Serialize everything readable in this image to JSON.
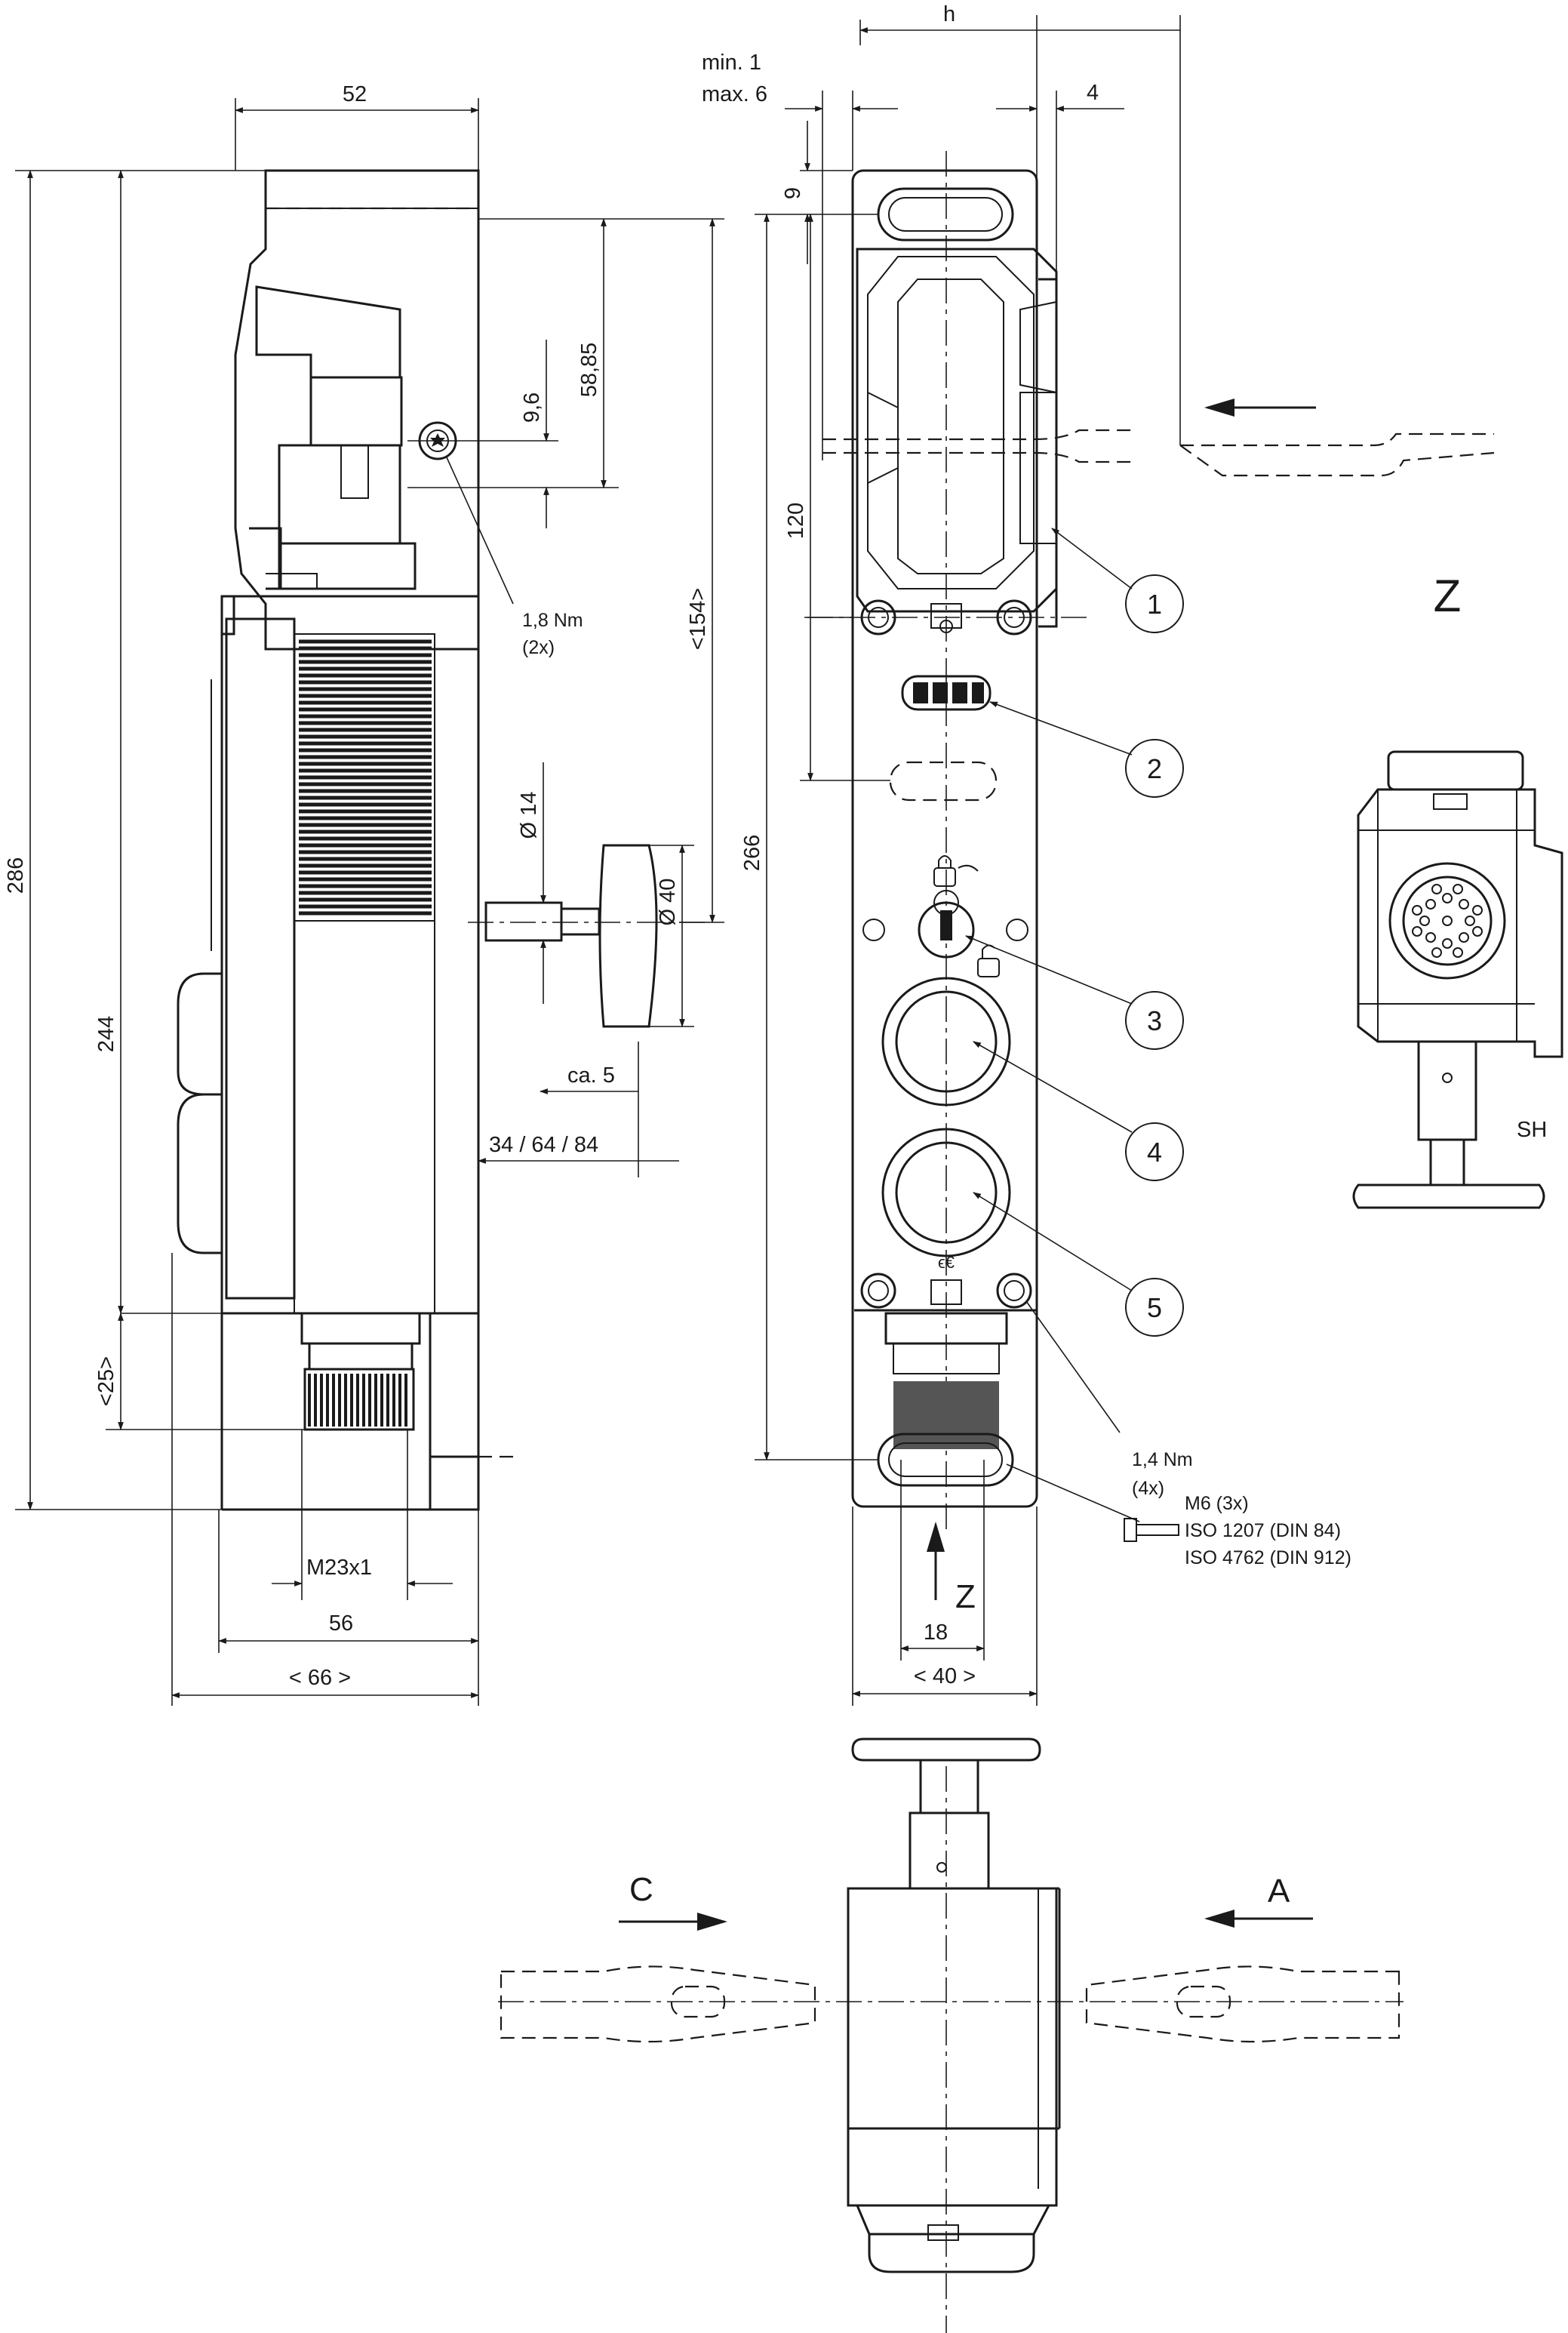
{
  "dimensions": {
    "width_52": "52",
    "height_286": "286",
    "height_244": "244",
    "height_25": "<25>",
    "dim_9_6": "9,6",
    "dim_58_85": "58,85",
    "dim_154": "<154>",
    "torque_top": "1,8 Nm",
    "torque_top_qty": "(2x)",
    "dia_14": "Ø 14",
    "dia_40": "Ø 40",
    "ca_5": "ca. 5",
    "dim_34_64_84": "34 / 64 / 84",
    "thread": "M23x1",
    "width_56": "56",
    "width_66": "< 66 >",
    "dim_h": "h",
    "min_1": "min. 1",
    "max_6": "max. 6",
    "dim_4": "4",
    "dim_9": "9",
    "dim_120": "120",
    "dim_266": "266",
    "torque_bottom": "1,4 Nm",
    "torque_bottom_qty": "(4x)",
    "screw_size": "M6  (3x)",
    "screw_iso1": "ISO 1207 (DIN 84)",
    "screw_iso2": "ISO 4762 (DIN 912)",
    "dim_18": "18",
    "width_40": "< 40 >"
  },
  "callouts": [
    "1",
    "2",
    "3",
    "4",
    "5"
  ],
  "views": {
    "z_title": "Z",
    "z_arrow": "Z",
    "sh_label": "SH",
    "arrow_c": "C",
    "arrow_a": "A"
  },
  "icons": {
    "torx_screw": "torx-screw-icon",
    "lock_closed": "lock-closed-icon",
    "lock_open": "lock-open-icon",
    "ce_mark": "ce-mark-icon"
  }
}
